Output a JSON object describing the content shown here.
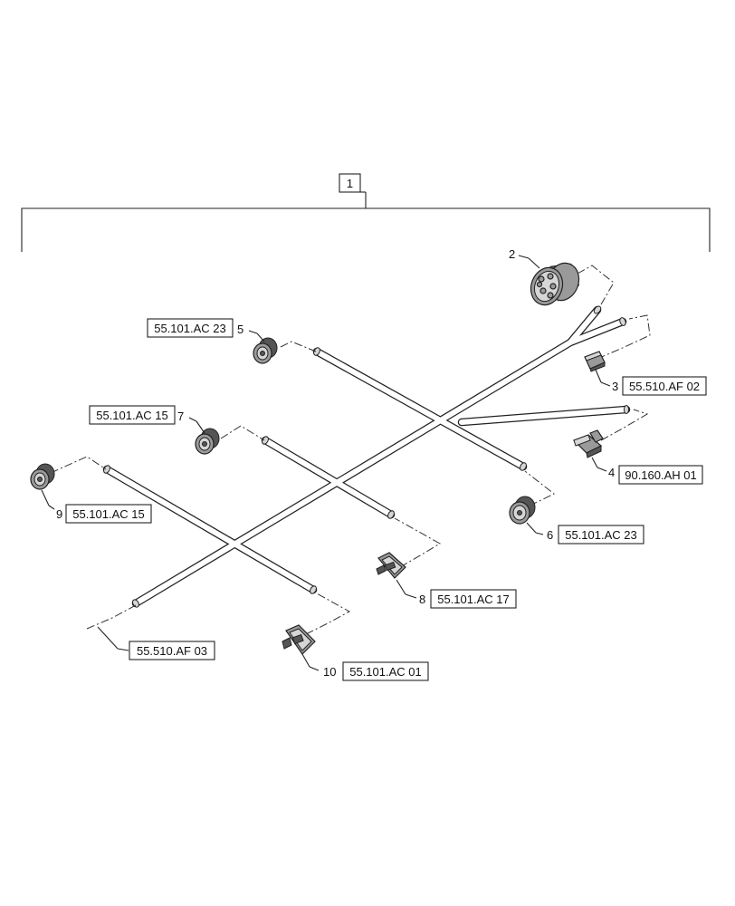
{
  "assembly": {
    "item": "1"
  },
  "callouts": [
    {
      "item": "2"
    },
    {
      "item": "3",
      "ref": "55.510.AF 02"
    },
    {
      "item": "4",
      "ref": "90.160.AH 01"
    },
    {
      "item": "5",
      "ref": "55.101.AC 23"
    },
    {
      "item": "6",
      "ref": "55.101.AC 23"
    },
    {
      "item": "7",
      "ref": "55.101.AC 15"
    },
    {
      "item": "8",
      "ref": "55.101.AC 17"
    },
    {
      "item": "9",
      "ref": "55.101.AC 15"
    },
    {
      "item": "10",
      "ref": "55.101.AC 01"
    }
  ],
  "harness_end_ref": "55.510.AF 03"
}
